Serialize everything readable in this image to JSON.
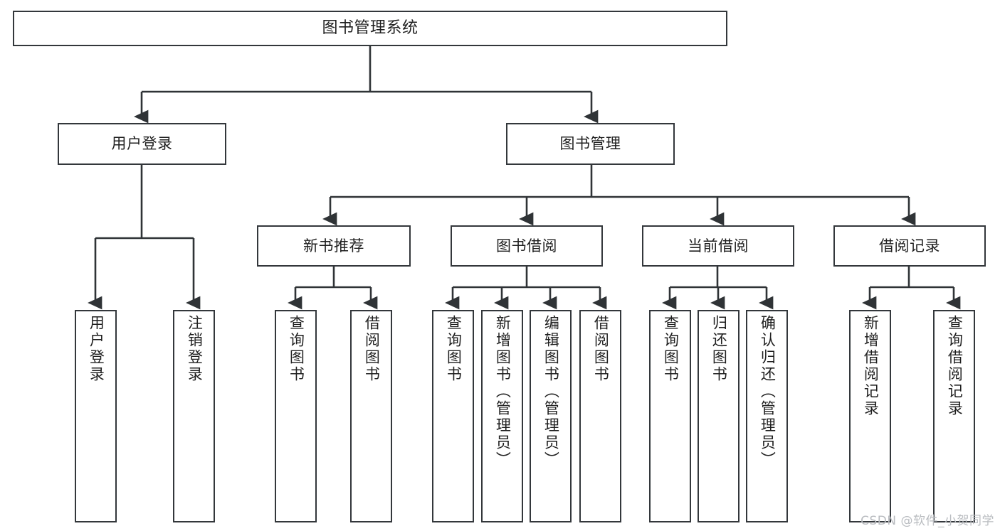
{
  "diagram": {
    "title": "图书管理系统",
    "type": "tree-hierarchy-chart",
    "colors": {
      "background": "#ffffff",
      "box_border": "#33373b",
      "connector": "#2f3336",
      "text": "#1f1f1f",
      "watermark": "#b9bcc0"
    },
    "root": {
      "label": "图书管理系统"
    },
    "level2": [
      {
        "label": "用户登录"
      },
      {
        "label": "图书管理"
      }
    ],
    "level3": [
      {
        "label": "新书推荐"
      },
      {
        "label": "图书借阅"
      },
      {
        "label": "当前借阅"
      },
      {
        "label": "借阅记录"
      }
    ],
    "leaves": {
      "user_login": [
        {
          "label": "用户登录"
        },
        {
          "label": "注销登录"
        }
      ],
      "new_book_recommend": [
        {
          "label": "查询图书"
        },
        {
          "label": "借阅图书"
        }
      ],
      "book_borrow": [
        {
          "label": "查询图书"
        },
        {
          "label": "新增图书（管理员）"
        },
        {
          "label": "编辑图书（管理员）"
        },
        {
          "label": "借阅图书"
        }
      ],
      "current_borrow": [
        {
          "label": "查询图书"
        },
        {
          "label": "归还图书"
        },
        {
          "label": "确认归还（管理员）"
        }
      ],
      "borrow_records": [
        {
          "label": "新增借阅记录"
        },
        {
          "label": "查询借阅记录"
        }
      ]
    }
  },
  "watermark": {
    "text": "CSDN @软件_小贺同学"
  }
}
